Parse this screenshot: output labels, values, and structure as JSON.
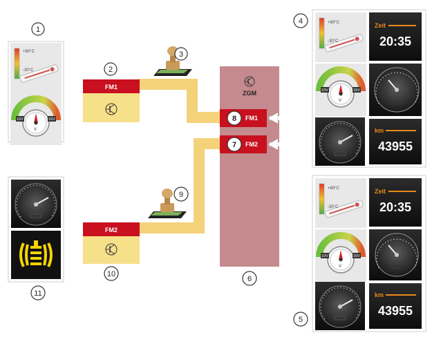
{
  "callouts": {
    "c1": "1",
    "c2": "2",
    "c3": "3",
    "c4": "4",
    "c5": "5",
    "c6": "6",
    "c7": "7",
    "c8": "8",
    "c9": "9",
    "c10": "10",
    "c11": "11"
  },
  "modules": {
    "fm1_label": "FM1",
    "fm2_label": "FM2",
    "zgm_label": "ZGM",
    "zgm_fm1": "FM1",
    "zgm_fm2": "FM2"
  },
  "panel_texts": {
    "temp_high": "+80°C",
    "temp_low": "-30°C",
    "volt_left": "10V",
    "volt_right": "16V",
    "volt_unit": "V",
    "time_title": "Zeit",
    "time_value": "20:35",
    "km_title": "km",
    "km_value": "43955"
  },
  "colors": {
    "module_red": "#c8101e",
    "module_yellow": "#f7e08a",
    "arrow_yellow": "#f4d27a",
    "zgm_pink": "#c48a8e",
    "panel_bg": "#e6e6e6",
    "tile_dark": "#1b1b1b",
    "accent_orange": "#e88a1a",
    "warning_yellow": "#f5d400"
  },
  "icons": {
    "thermometer": "thermometer-icon",
    "voltmeter": "voltmeter-icon",
    "speedometer": "speedometer-icon",
    "glow_plug": "glow-plug-warning-icon",
    "stamp": "stamp-icon",
    "transistor": "transistor-symbol-icon"
  }
}
